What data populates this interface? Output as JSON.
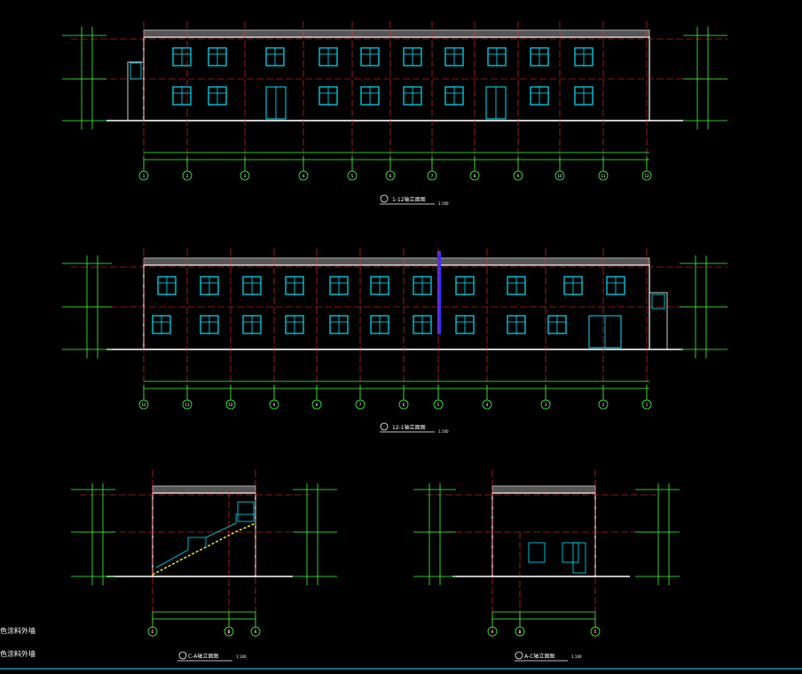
{
  "drawing": {
    "background": "#000000",
    "colors": {
      "outline": "#ffffff",
      "window": "#00e5ff",
      "axis": "#ff3030",
      "dimension": "#3cff3c",
      "stair": "#ffff00",
      "roof": "#cccccc",
      "accent": "#3030ff"
    }
  },
  "views": {
    "front": {
      "title": "1-12轴立面图",
      "scale": "1:100",
      "axes": [
        "1",
        "2",
        "3",
        "4",
        "5",
        "6",
        "7",
        "8",
        "9",
        "10",
        "11",
        "12"
      ]
    },
    "rear": {
      "title": "12-1轴立面图",
      "scale": "1:100",
      "axes": [
        "12",
        "11",
        "10",
        "9",
        "8",
        "7",
        "6",
        "5",
        "4",
        "3",
        "2",
        "1"
      ]
    },
    "side_left": {
      "title": "C-A轴立面图",
      "scale": "1:100",
      "axes": [
        "C",
        "B",
        "A"
      ]
    },
    "side_right": {
      "title": "A-C轴立面图",
      "scale": "1:100",
      "axes": [
        "A",
        "B",
        "C"
      ]
    }
  },
  "notes": [
    "色涂料外墙",
    "色涂料外墙"
  ]
}
